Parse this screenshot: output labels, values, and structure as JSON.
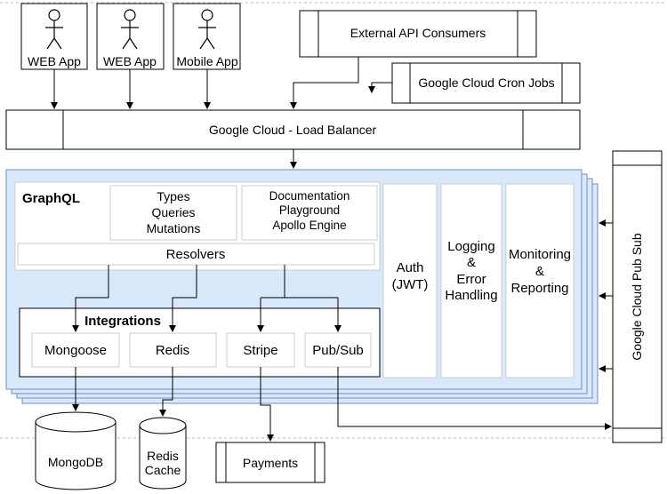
{
  "clients": [
    {
      "label": "WEB App"
    },
    {
      "label": "WEB App"
    },
    {
      "label": "Mobile App"
    }
  ],
  "external_api": "External API Consumers",
  "cron_jobs": "Google Cloud Cron Jobs",
  "load_balancer": "Google Cloud - Load Balancer",
  "graphql": {
    "title": "GraphQL",
    "types": [
      "Types",
      "Queries",
      "Mutations"
    ],
    "docs": [
      "Documentation",
      "Playground",
      "Apollo Engine"
    ],
    "resolvers": "Resolvers"
  },
  "integrations": {
    "title": "Integrations",
    "items": [
      "Mongoose",
      "Redis",
      "Stripe",
      "Pub/Sub"
    ]
  },
  "auth": [
    "Auth",
    "(JWT)"
  ],
  "logging": [
    "Logging",
    "&",
    "Error",
    "Handling"
  ],
  "monitoring": [
    "Monitoring",
    "&",
    "Reporting"
  ],
  "pubsub_bar": "Google Cloud Pub Sub",
  "datastores": {
    "mongodb": "MongoDB",
    "redis_cache": [
      "Redis",
      "Cache"
    ],
    "payments": "Payments"
  }
}
